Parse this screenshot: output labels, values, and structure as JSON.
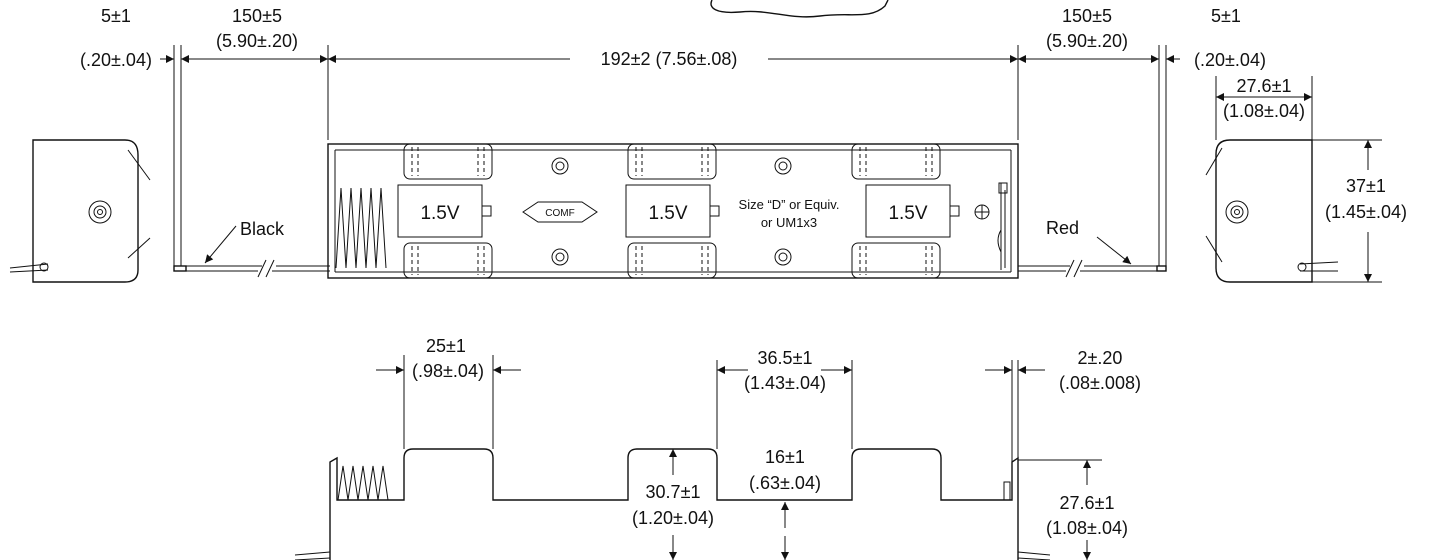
{
  "colors": {
    "line": "#111111",
    "background": "#ffffff"
  },
  "top_view": {
    "dims": {
      "left_tab_1": "5±1",
      "left_tab_2": "(.20±.04)",
      "left_lead_1": "150±5",
      "left_lead_2": "(5.90±.20)",
      "overall": "192±2 (7.56±.08)",
      "right_lead_1": "150±5",
      "right_lead_2": "(5.90±.20)",
      "right_tab_1": "5±1",
      "right_tab_2": "(.20±.04)",
      "end_width_1": "27.6±1",
      "end_width_2": "(1.08±.04)",
      "end_height_1": "37±1",
      "end_height_2": "(1.45±.04)"
    },
    "labels": {
      "black_wire": "Black",
      "red_wire": "Red",
      "cell_1": "1.5V",
      "cell_2": "1.5V",
      "cell_3": "1.5V",
      "logo": "COMF",
      "size_1": "Size “D” or Equiv.",
      "size_2": "or UM1x3"
    }
  },
  "side_view": {
    "dims": {
      "slot_width_1": "25±1",
      "slot_width_2": "(.98±.04)",
      "cell_pitch_1": "36.5±1",
      "cell_pitch_2": "(1.43±.04)",
      "end_thick_1": "2±.20",
      "end_thick_2": "(.08±.008)",
      "tab_height_1": "30.7±1",
      "tab_height_2": "(1.20±.04)",
      "base_height_1": "16±1",
      "base_height_2": "(.63±.04)",
      "body_height_1": "27.6±1",
      "body_height_2": "(1.08±.04)"
    }
  }
}
